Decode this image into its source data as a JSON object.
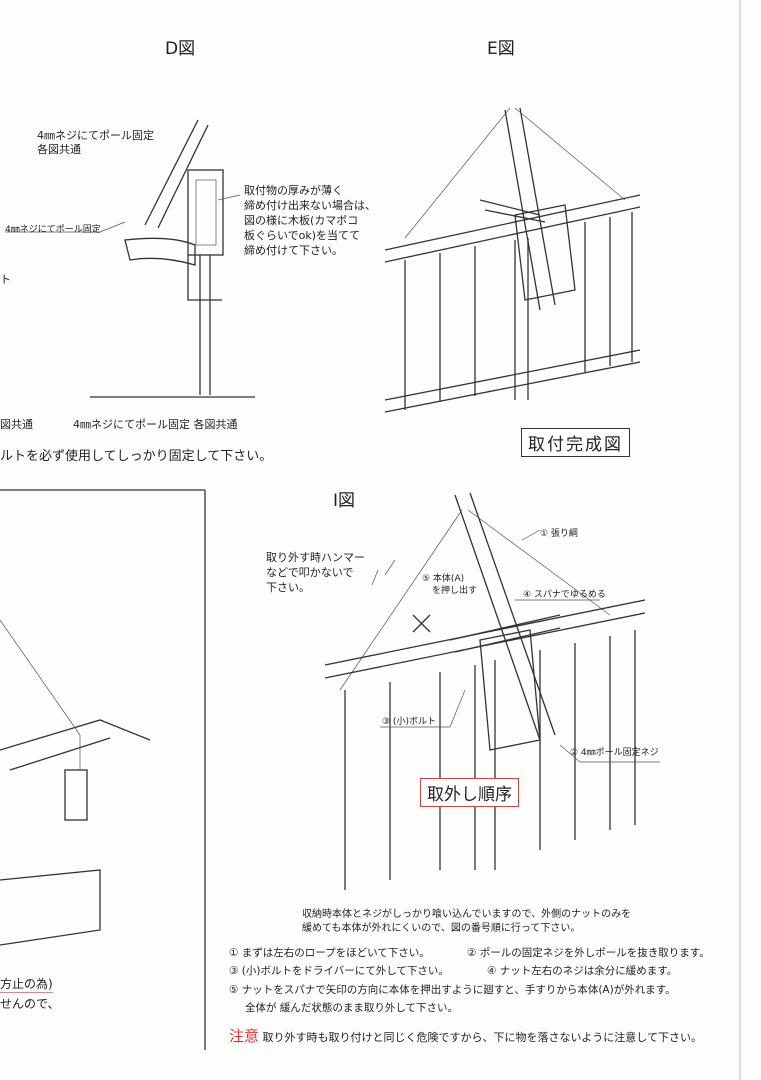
{
  "figure_d": {
    "title": "D図",
    "label_top": "4㎜ネジにてポール固定\n各図共通",
    "label_top_1": "4㎜ネジにてポール固定",
    "label_top_2": "各図共通",
    "label_side": "4㎜ネジにてポール固定",
    "note": [
      "取付物の厚みが薄く",
      "締め付け出来ない場合は、",
      "図の様に木板(カマボコ",
      "板ぐらいでok)を当てて",
      "締め付けて下さい。"
    ],
    "bottom_left_fragment": "図共通",
    "bottom_label": "4㎜ネジにてポール固定 各図共通",
    "left_fragment": "ト"
  },
  "bolt_note": "ルトを必ず使用してしっかり固定して下さい。",
  "figure_e": {
    "title": "E図",
    "caption": "取付完成図"
  },
  "figure_i": {
    "title": "I図",
    "hammer_note": [
      "取り外す時ハンマー",
      "などで叩かないで",
      "下さい。"
    ],
    "callouts": {
      "rope": "① 張り綱",
      "bolt_small": "③ (小)ボルト",
      "pole_screw": "② 4㎜ポール固定ネジ",
      "spanner": "④ スパナでゆるめる",
      "push": [
        "⑤ 本体(A)",
        "を押し出す"
      ]
    },
    "caption": "取外し順序"
  },
  "instructions": {
    "intro": [
      "収納時本体とネジがしっかり喰い込んでいますので、外側のナットのみを",
      "緩めても本体が外れにくいので、図の番号順に行って下さい。"
    ],
    "steps": [
      "① まずは左右のロープをほどいて下さい。",
      "② ポールの固定ネジを外しポールを抜き取ります。",
      "③ (小)ボルトをドライバーにて外して下さい。",
      "④ ナット左右のネジは余分に緩めます。",
      "⑤ ナットをスパナで矢印の方向に本体を押出すように廻すと、手すりから本体(A)が外れます。",
      "全体が 緩んだ状態のまま取り外して下さい。"
    ],
    "caution_label": "注意",
    "caution_text": "取り外す時も取り付けと同じく危険ですから、下に物を落さないように注意して下さい。"
  },
  "left_fragments": [
    "方止の為)",
    "せんので、"
  ],
  "colors": {
    "caution": "#dd3333",
    "caption_border": "#cc4444"
  }
}
